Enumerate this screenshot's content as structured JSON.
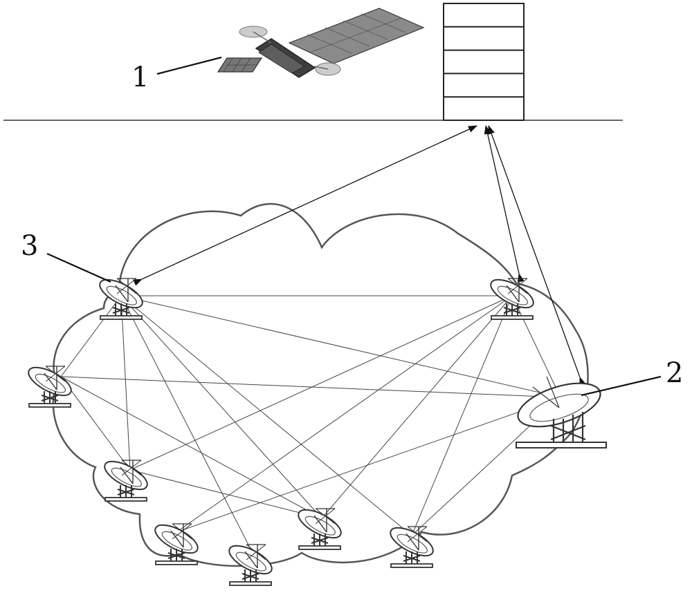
{
  "labels": {
    "satellite": "1",
    "hub_station": "2",
    "remote_station": "3"
  },
  "colors": {
    "line": "#222222",
    "cloud": "#555555",
    "antenna": "#333333",
    "panel": "#6e6e6e"
  },
  "icons": {
    "satellite": "satellite-icon",
    "antenna": "dish-antenna-icon",
    "transponder": "transponder-stack-icon"
  },
  "transponder_slots": 5
}
